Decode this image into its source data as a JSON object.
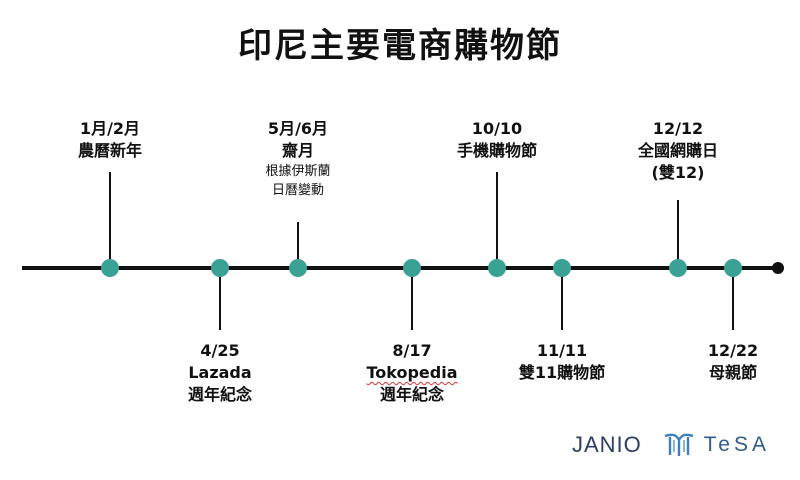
{
  "title": "印尼主要電商購物節",
  "colors": {
    "node": "#3aa295",
    "line": "#111111"
  },
  "events": [
    {
      "lines": [
        "1月/2月",
        "農曆新年"
      ],
      "side": "top"
    },
    {
      "lines": [
        "4/25",
        "Lazada",
        "週年紀念"
      ],
      "side": "bottom"
    },
    {
      "lines": [
        "5月/6月",
        "齋月"
      ],
      "sub": [
        "根據伊斯蘭",
        "日曆變動"
      ],
      "side": "top"
    },
    {
      "lines": [
        "8/17",
        "Tokopedia",
        "週年紀念"
      ],
      "side": "bottom"
    },
    {
      "lines": [
        "10/10",
        "手機購物節"
      ],
      "side": "top"
    },
    {
      "lines": [
        "11/11",
        "雙11購物節"
      ],
      "side": "bottom"
    },
    {
      "lines": [
        "12/12",
        "全國網購日",
        "(雙12)"
      ],
      "side": "top"
    },
    {
      "lines": [
        "12/22",
        "母親節"
      ],
      "side": "bottom"
    }
  ],
  "logos": {
    "janio": "JANIO",
    "tesa": "TeSA",
    "tesa_icon": "tesa-logo-icon"
  }
}
